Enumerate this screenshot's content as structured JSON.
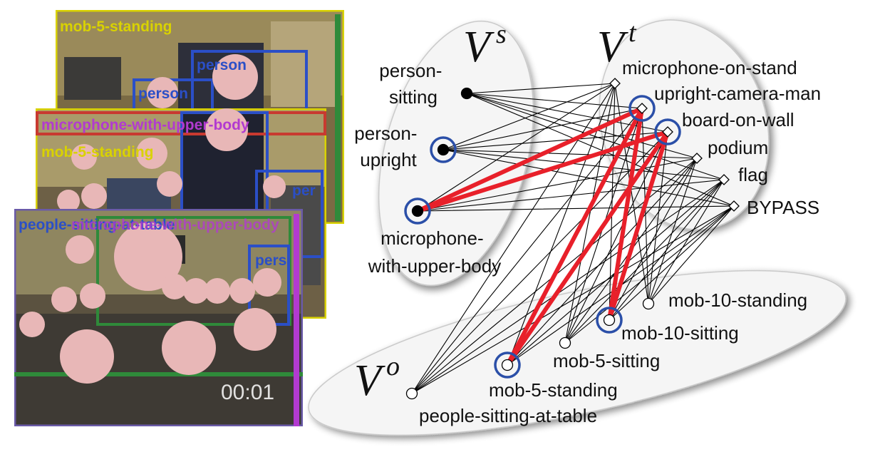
{
  "frames": [
    {
      "labels": [
        {
          "text": "mob-5-standing",
          "color": "#d9d200"
        },
        {
          "text": "person",
          "color": "#2b4fc7"
        },
        {
          "text": "person",
          "color": "#2b4fc7"
        }
      ]
    },
    {
      "labels": [
        {
          "text": "microphone-with-upper-body",
          "color": "#b23ad0"
        },
        {
          "text": "mob-5-standing",
          "color": "#d9d200"
        },
        {
          "text": "per",
          "color": "#2b4fc7"
        }
      ]
    },
    {
      "labels": [
        {
          "text": "people-sitting-at-table",
          "color": "#2b4fc7"
        },
        {
          "text": "microphone-with-upper-body",
          "color": "#b23ad0"
        },
        {
          "text": "pers",
          "color": "#2b4fc7"
        }
      ],
      "timestamp": "00:01"
    }
  ],
  "sets": {
    "source": {
      "base": "V",
      "sup": "s"
    },
    "target": {
      "base": "V",
      "sup": "t"
    },
    "other": {
      "base": "V",
      "sup": "o"
    }
  },
  "nodes": {
    "person_sitting": {
      "label": [
        "person-",
        "sitting"
      ]
    },
    "person_upright": {
      "label": [
        "person-",
        "upright"
      ]
    },
    "microphone_with_upper_body": {
      "label": [
        "microphone-",
        "with-upper-body"
      ]
    },
    "microphone_on_stand": {
      "label": [
        "microphone-on-stand"
      ]
    },
    "upright_camera_man": {
      "label": [
        "upright-camera-man"
      ]
    },
    "board_on_wall": {
      "label": [
        "board-on-wall"
      ]
    },
    "podium": {
      "label": [
        "podium"
      ]
    },
    "flag": {
      "label": [
        "flag"
      ]
    },
    "bypass": {
      "label": [
        "BYPASS"
      ]
    },
    "mob_10_standing": {
      "label": [
        "mob-10-standing"
      ]
    },
    "mob_10_sitting": {
      "label": [
        "mob-10-sitting"
      ]
    },
    "mob_5_sitting": {
      "label": [
        "mob-5-sitting"
      ]
    },
    "mob_5_standing": {
      "label": [
        "mob-5-standing"
      ]
    },
    "people_sitting_at_table": {
      "label": [
        "people-sitting-at-table"
      ]
    }
  },
  "colors": {
    "highlight_edge": "#e8202a",
    "highlight_ring": "#2b4fa8",
    "edge": "#000000",
    "face_blur": "#e8b7b7"
  }
}
